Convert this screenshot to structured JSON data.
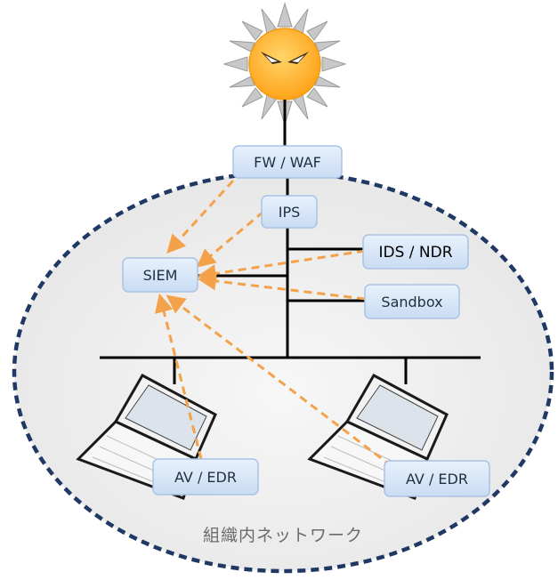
{
  "diagram": {
    "threat": {
      "icon": "angry-sun-icon"
    },
    "network_label": "組織内ネットワーク",
    "nodes": {
      "fw_waf": "FW / WAF",
      "ips": "IPS",
      "ids_ndr": "IDS / NDR",
      "siem": "SIEM",
      "sandbox": "Sandbox",
      "av_edr_left": "AV / EDR",
      "av_edr_right": "AV / EDR"
    },
    "colors": {
      "network_border": "#1f3864",
      "ellipse_fill": "#f0f0f0",
      "box_fill": "#dbe8f8",
      "box_border": "#a9c3e6",
      "arrow": "#f4a24a",
      "sun": "#ffb429",
      "sun_rays": "#a6a6a6"
    },
    "log_flows": [
      {
        "from": "FW / WAF",
        "to": "SIEM"
      },
      {
        "from": "IPS",
        "to": "SIEM"
      },
      {
        "from": "IDS / NDR",
        "to": "SIEM"
      },
      {
        "from": "Sandbox",
        "to": "SIEM"
      },
      {
        "from": "AV / EDR",
        "to": "SIEM"
      },
      {
        "from": "AV / EDR",
        "to": "SIEM"
      }
    ]
  }
}
